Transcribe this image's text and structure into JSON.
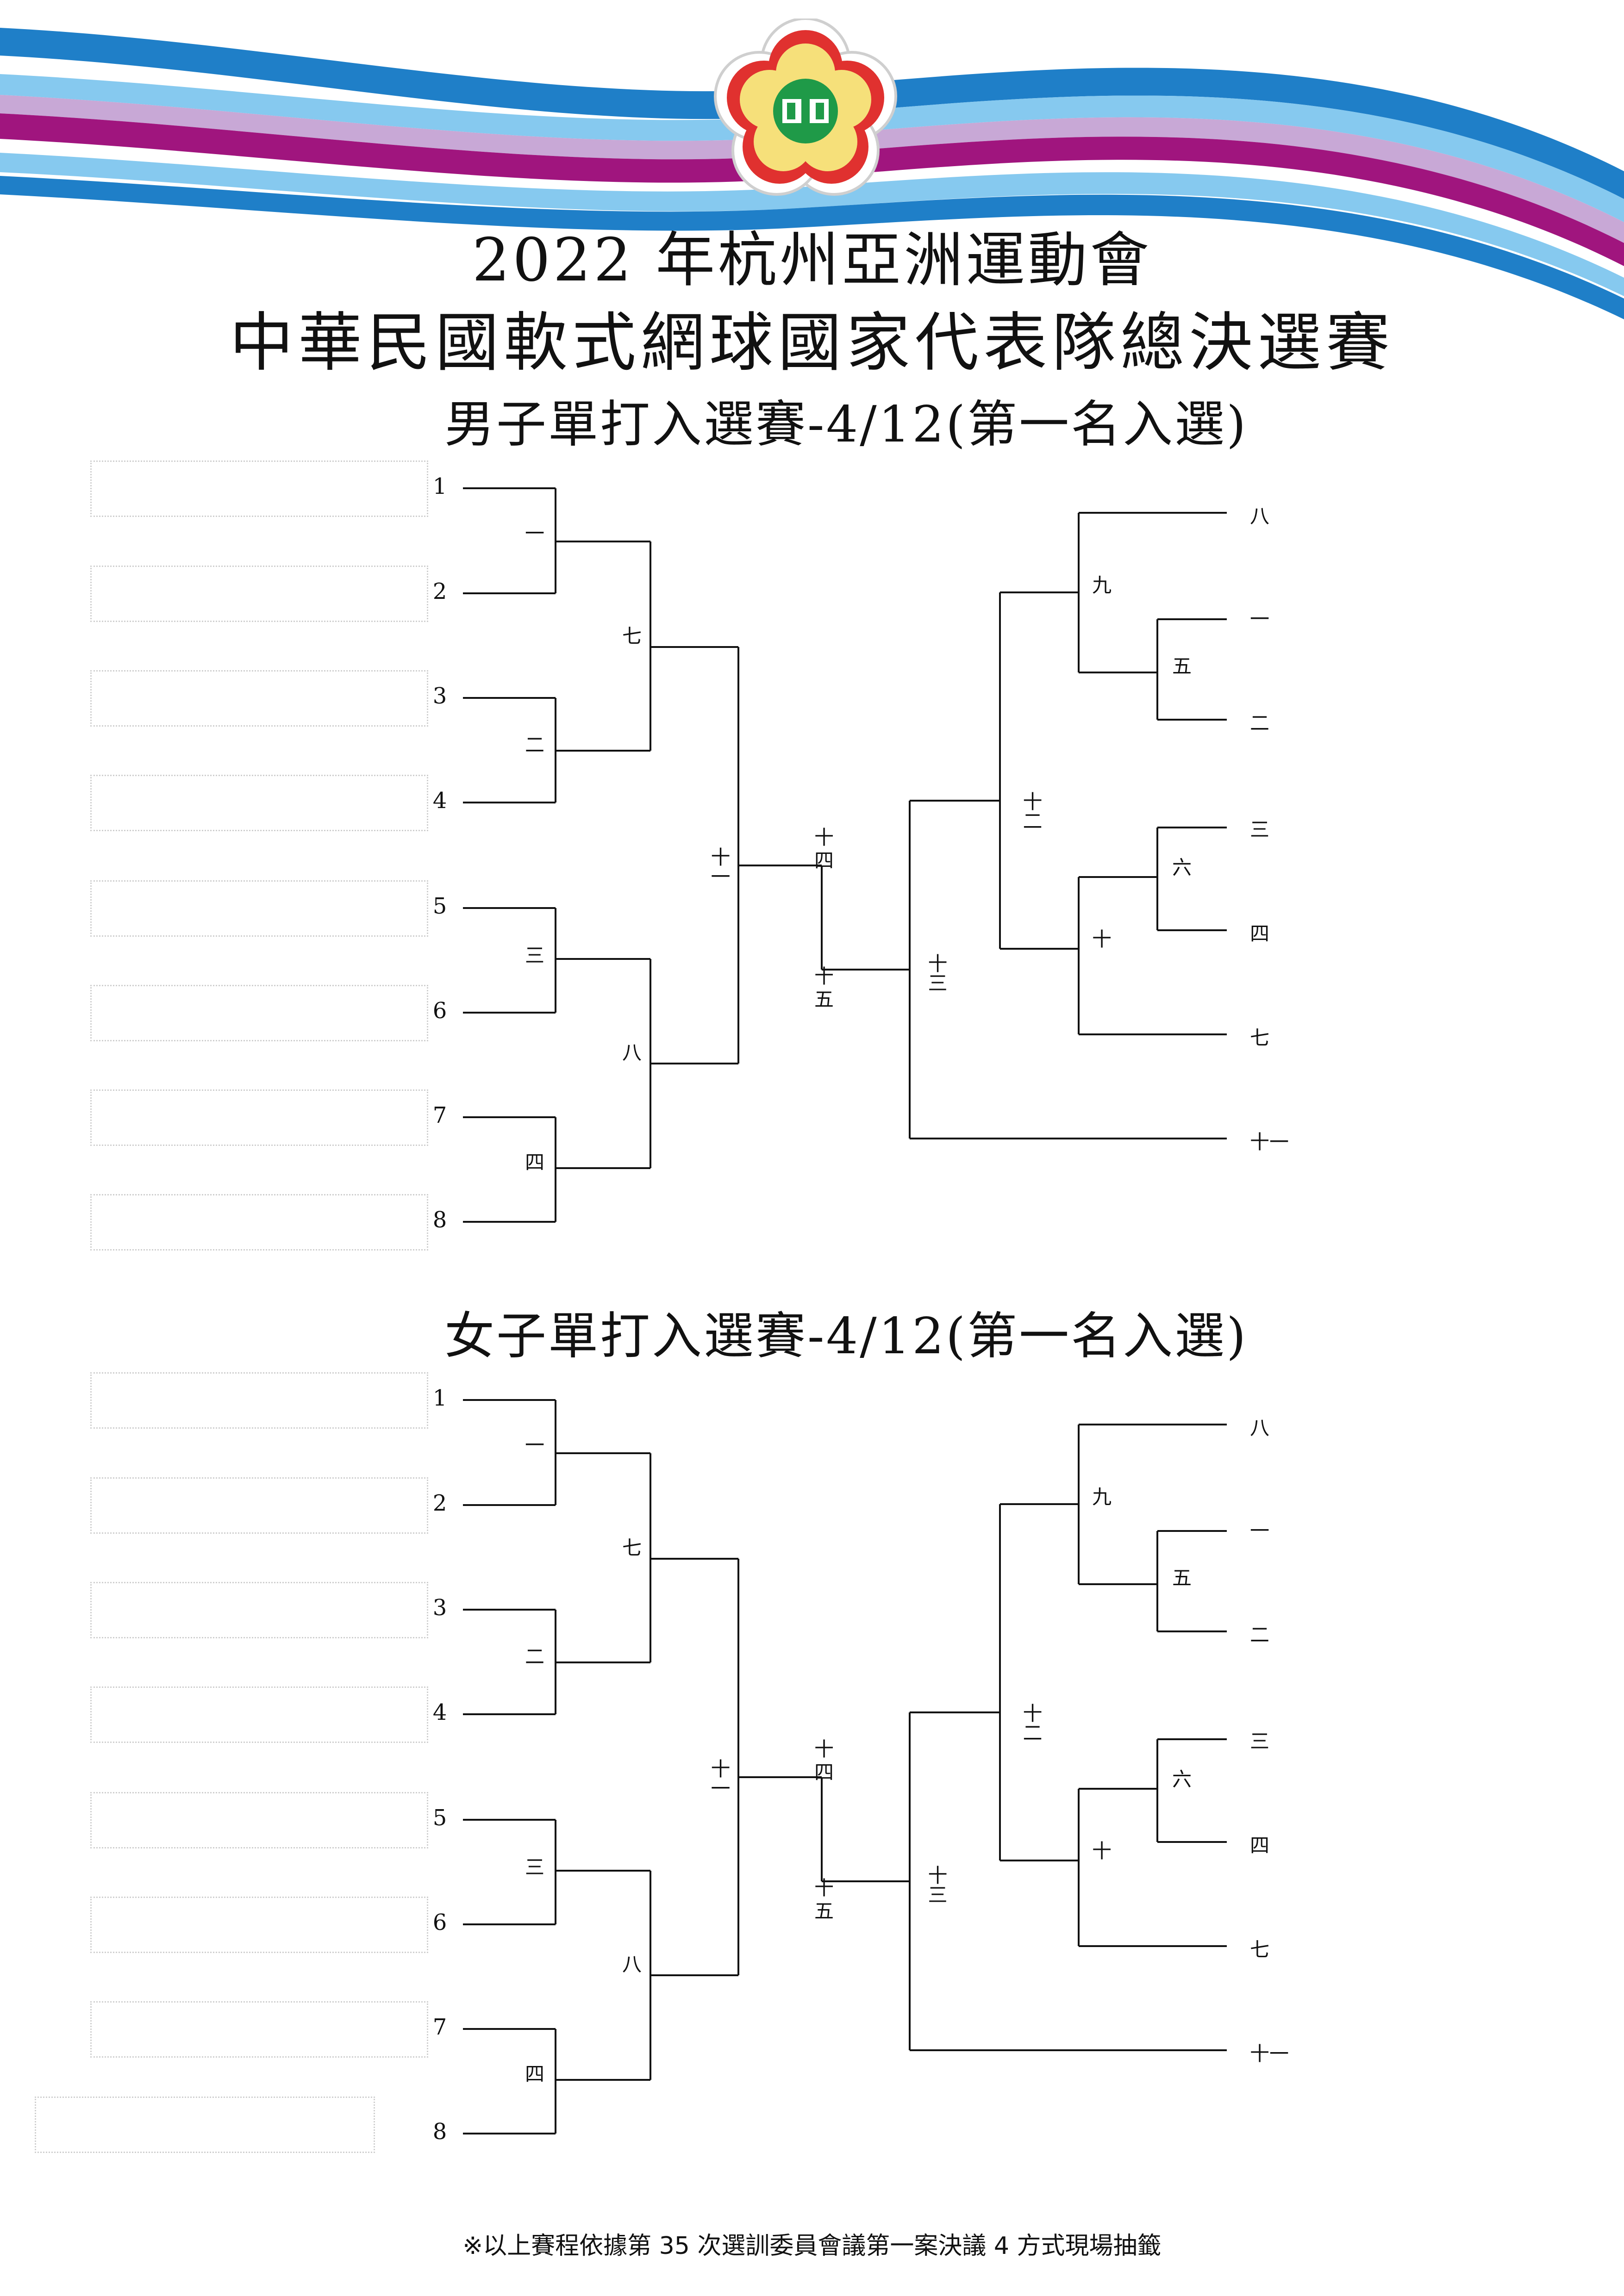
{
  "header": {
    "emblem": "plum-blossom-emblem-icon",
    "title_line1": "2022 年杭州亞洲運動會",
    "title_line2": "中華民國軟式網球國家代表隊總決選賽"
  },
  "brackets": [
    {
      "title": "男子單打入選賽-4/12(第一名入選)",
      "seeds": [
        "1",
        "2",
        "3",
        "4",
        "5",
        "6",
        "7",
        "8"
      ],
      "match_labels": {
        "m1": "一",
        "m2": "二",
        "m3": "三",
        "m4": "四",
        "m7": "七",
        "m8": "八",
        "m11": "十一",
        "m14": "十四",
        "m15": "十五",
        "m9": "九",
        "m5": "五",
        "m6": "六",
        "m10": "十",
        "m12": "十二",
        "m13": "十三"
      },
      "right_outcomes": [
        "八",
        "一",
        "二",
        "三",
        "四",
        "七",
        "十一"
      ]
    },
    {
      "title": "女子單打入選賽-4/12(第一名入選)",
      "seeds": [
        "1",
        "2",
        "3",
        "4",
        "5",
        "6",
        "7",
        "8"
      ],
      "match_labels": {
        "m1": "一",
        "m2": "二",
        "m3": "三",
        "m4": "四",
        "m7": "七",
        "m8": "八",
        "m11": "十一",
        "m14": "十四",
        "m15": "十五",
        "m9": "九",
        "m5": "五",
        "m6": "六",
        "m10": "十",
        "m12": "十二",
        "m13": "十三"
      },
      "right_outcomes": [
        "八",
        "一",
        "二",
        "三",
        "四",
        "七",
        "十一"
      ]
    }
  ],
  "footnote": "※以上賽程依據第 35 次選訓委員會議第一案決議 4 方式現場抽籤",
  "colors": {
    "ribbon_dark_blue": "#1f7fc8",
    "ribbon_light_blue": "#86c9ef",
    "ribbon_lavender": "#c8a8d6",
    "ribbon_magenta": "#a0157e",
    "emblem_red": "#e0312f",
    "emblem_yellow": "#f6e07a",
    "emblem_green": "#1f9a48",
    "line": "#111111"
  }
}
